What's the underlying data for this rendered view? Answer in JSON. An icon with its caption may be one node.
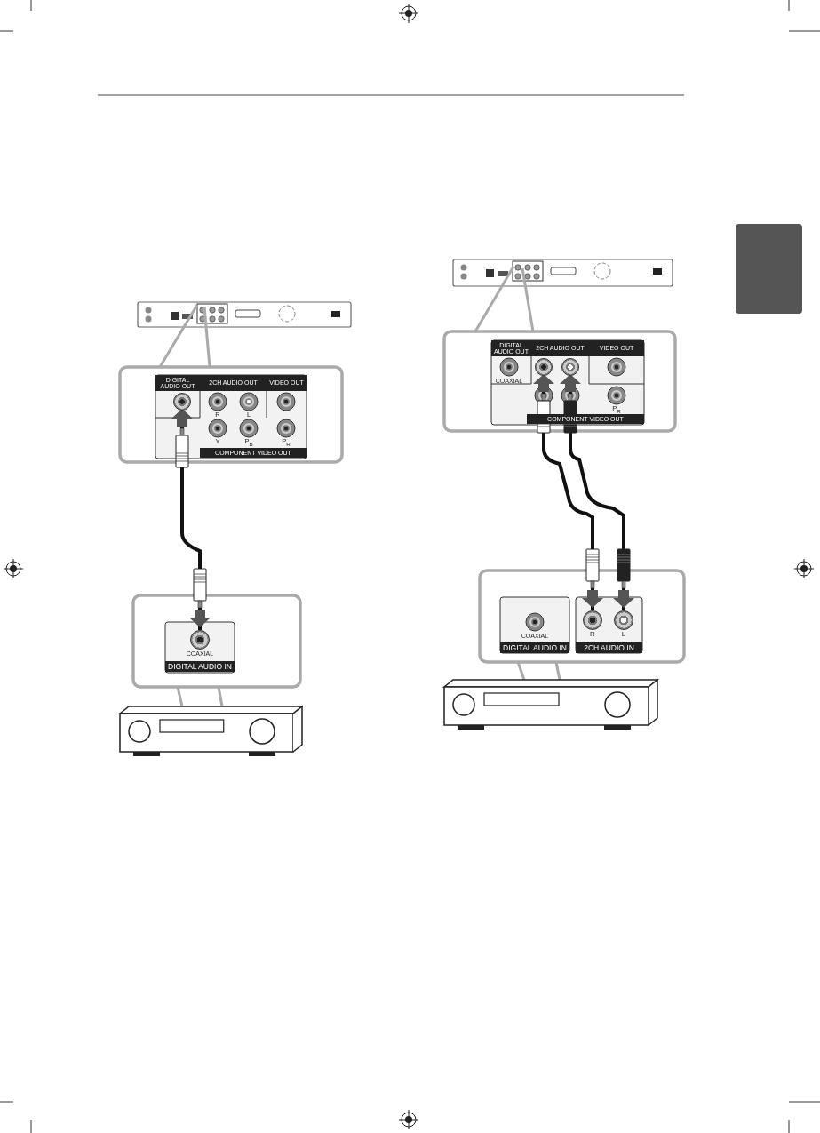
{
  "diagram": {
    "nodes": [
      {
        "text": [],
        "shape": "circle"
      },
      {
        "text": [],
        "shape": "circle"
      },
      {
        "text": [],
        "shape": "circle"
      },
      {
        "text": [],
        "shape": "circle"
      },
      {
        "text": [],
        "shape": "circle"
      },
      {
        "text": [],
        "shape": "circle"
      }
    ],
    "edges": [
      {
        "from": 0,
        "to": 1,
        "arrow": "none"
      },
      {
        "from": 2,
        "to": 4,
        "arrow": "none"
      },
      {
        "from": 3,
        "to": 5,
        "arrow": "none"
      }
    ],
    "labels": [
      "DIGITAL AUDIO OUT",
      "2CH AUDIO OUT",
      "VIDEO OUT",
      "DIGITAL AUDIO OUT",
      "2CH AUDIO OUT",
      "VIDEO OUT",
      "R",
      "L",
      "Y",
      "P$_{B}$",
      "P$_{R}$",
      "COMPONENT VIDEO OUT",
      "COAXIAL",
      "P$_{R}$",
      "COMPONENT VIDEO OUT",
      "COAXIAL",
      "DIGITAL AUDIO IN",
      "COAXIAL",
      "DIGITAL AUDIO IN",
      "R",
      "L",
      "2CH AUDIO IN"
    ]
  }
}
